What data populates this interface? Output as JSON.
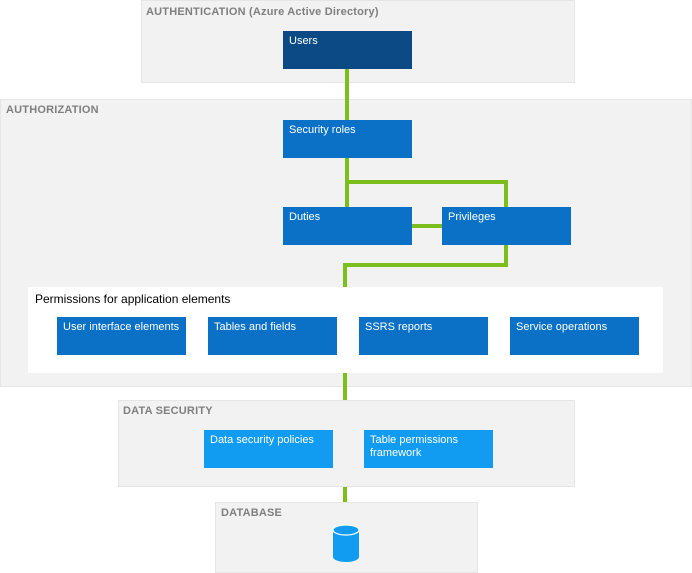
{
  "authentication": {
    "title": "AUTHENTICATION (Azure Active Directory)",
    "users": "Users"
  },
  "authorization": {
    "title": "AUTHORIZATION",
    "security_roles": "Security roles",
    "duties": "Duties",
    "privileges": "Privileges",
    "permissions": {
      "title": "Permissions for application elements",
      "items": [
        "User interface elements",
        "Tables and fields",
        "SSRS reports",
        "Service operations"
      ]
    }
  },
  "data_security": {
    "title": "DATA SECURITY",
    "policies": "Data security policies",
    "table_permissions": "Table permissions framework"
  },
  "database": {
    "title": "DATABASE",
    "icon": "database-icon"
  },
  "colors": {
    "connector": "#7cbf1c",
    "users_box": "#0b4a84",
    "role_box": "#0a71c6",
    "data_security_box": "#119bf1",
    "panel": "#f2f2f2"
  }
}
